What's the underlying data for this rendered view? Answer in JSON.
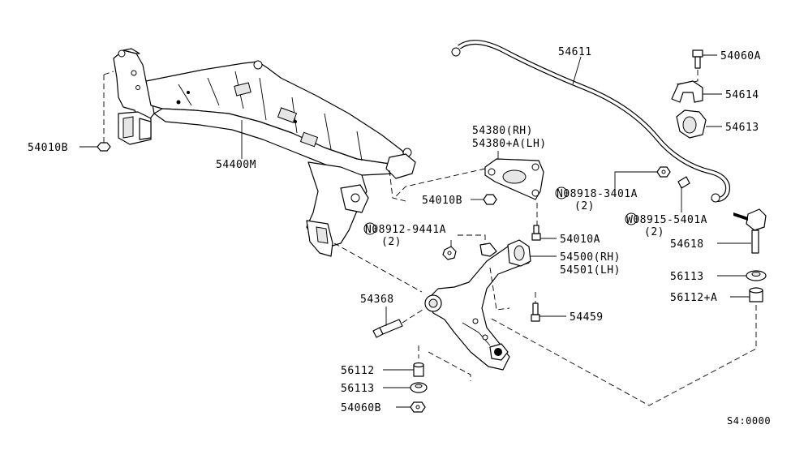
{
  "diagram": {
    "labels": {
      "p54611": "54611",
      "p54060A": "54060A",
      "p54614": "54614",
      "p54613": "54613",
      "p54010B_left": "54010B",
      "p54400M": "54400M",
      "p54380_rh": "54380(RH)",
      "p54380_lh": "54380+A(LH)",
      "p54010B_mid": "54010B",
      "n08918": "N08918-3401A",
      "n08918_qty": "(2)",
      "w08915": "W08915-5401A",
      "w08915_qty": "(2)",
      "n08912": "N08912-9441A",
      "n08912_qty": "(2)",
      "p54010A": "54010A",
      "p54500_rh": "54500(RH)",
      "p54501_lh": "54501(LH)",
      "p54618": "54618",
      "p56113_right": "56113",
      "p56112A": "56112+A",
      "p54368": "54368",
      "p54459": "54459",
      "p56112": "56112",
      "p56113_left": "56113",
      "p54060B": "54060B",
      "ref_code": "S4:0000"
    }
  }
}
